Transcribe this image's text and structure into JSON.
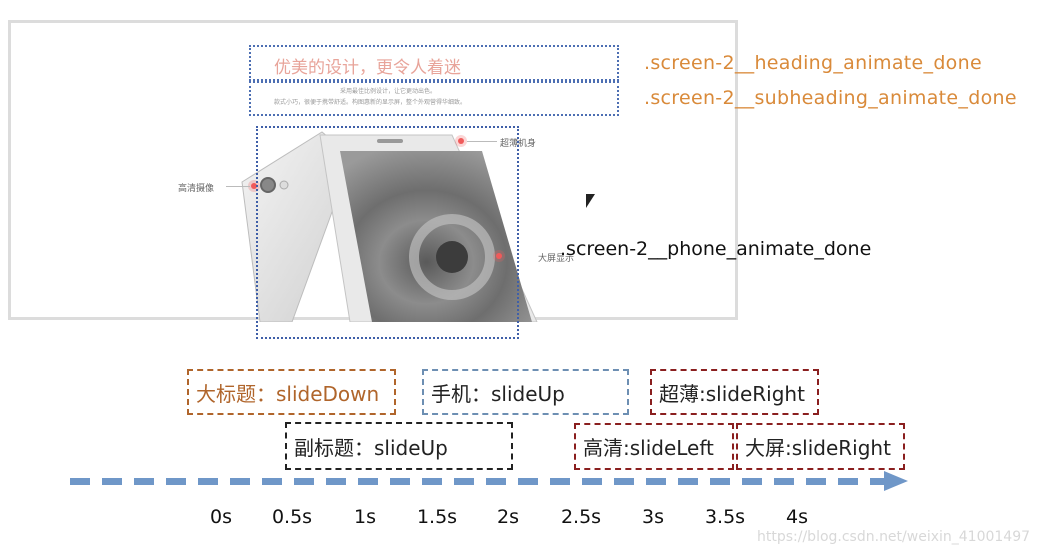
{
  "preview": {
    "heading": "优美的设计，更令人着迷",
    "subheading_lines": [
      "采用最佳比例设计，让它更动出色。",
      "款式小巧，很便于携带舒适。构图惠新的显示屏，整个外观营得华细致。"
    ],
    "phone_labels": {
      "camera": "高清摄像",
      "thin": "超薄机身",
      "screen": "大屏显示"
    }
  },
  "classes": {
    "heading": ".screen-2__heading_animate_done",
    "subheading": ".screen-2__subheading_animate_done",
    "phone": ".screen-2__phone_animate_done"
  },
  "timeline": {
    "boxes": {
      "heading": "大标题：slideDown",
      "phone": "手机：slideUp",
      "thin": "超薄:slideRight",
      "subheading": "副标题：slideUp",
      "hd": "高清:slideLeft",
      "bigscreen": "大屏:slideRight"
    },
    "ticks": [
      "0s",
      "0.5s",
      "1s",
      "1.5s",
      "2s",
      "2.5s",
      "3s",
      "3.5s",
      "4s"
    ]
  },
  "watermark": "https://blog.csdn.net/weixin_41001497",
  "colors": {
    "heading_class": "#d98a3a",
    "arrow": "#6f97c8",
    "heading_box": "#b0652b",
    "effect_box": "#8a1f1f"
  }
}
